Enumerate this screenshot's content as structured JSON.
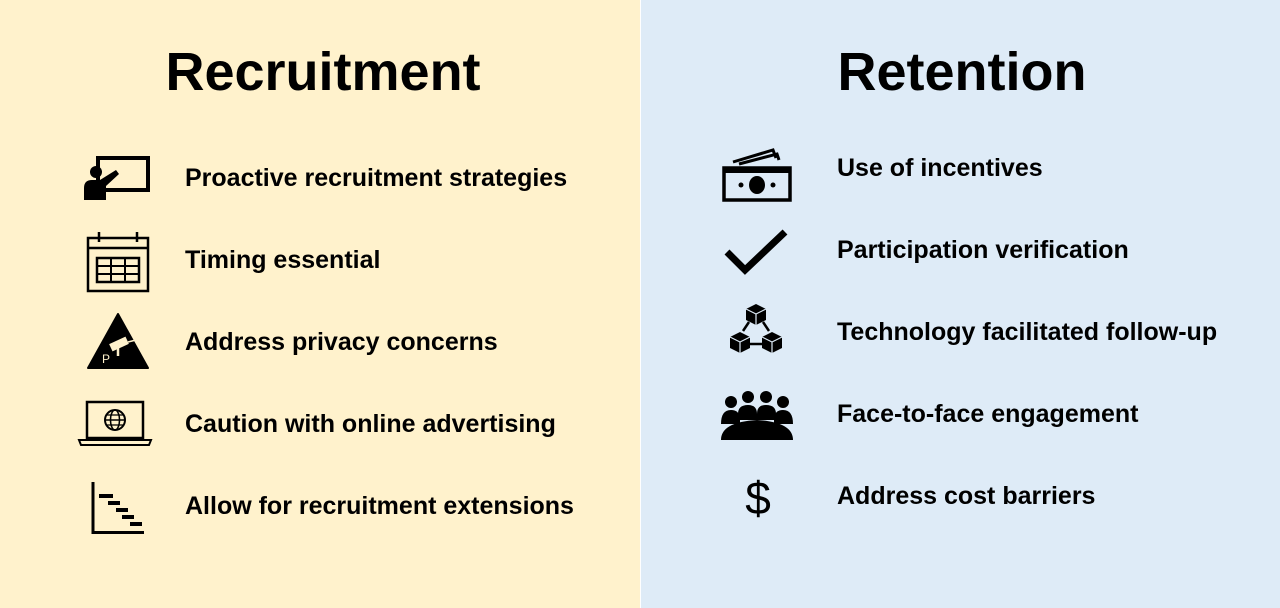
{
  "recruitment": {
    "title": "Recruitment",
    "items": [
      {
        "icon": "presenter-board-icon",
        "label": "Proactive recruitment strategies"
      },
      {
        "icon": "calendar-icon",
        "label": "Timing essential"
      },
      {
        "icon": "privacy-camera-warning-icon",
        "label": "Address privacy concerns"
      },
      {
        "icon": "laptop-globe-icon",
        "label": "Caution with online advertising"
      },
      {
        "icon": "gantt-chart-icon",
        "label": "Allow for recruitment extensions"
      }
    ]
  },
  "retention": {
    "title": "Retention",
    "items": [
      {
        "icon": "money-bill-icon",
        "label": "Use of incentives"
      },
      {
        "icon": "checkmark-icon",
        "label": "Participation verification"
      },
      {
        "icon": "blockchain-cubes-icon",
        "label": "Technology facilitated follow-up"
      },
      {
        "icon": "group-meeting-icon",
        "label": "Face-to-face engagement"
      },
      {
        "icon": "dollar-sign-icon",
        "label": "Address cost barriers"
      }
    ]
  },
  "colors": {
    "recruitment_bg": "#fff2cc",
    "retention_bg": "#deebf7",
    "text": "#000000"
  }
}
